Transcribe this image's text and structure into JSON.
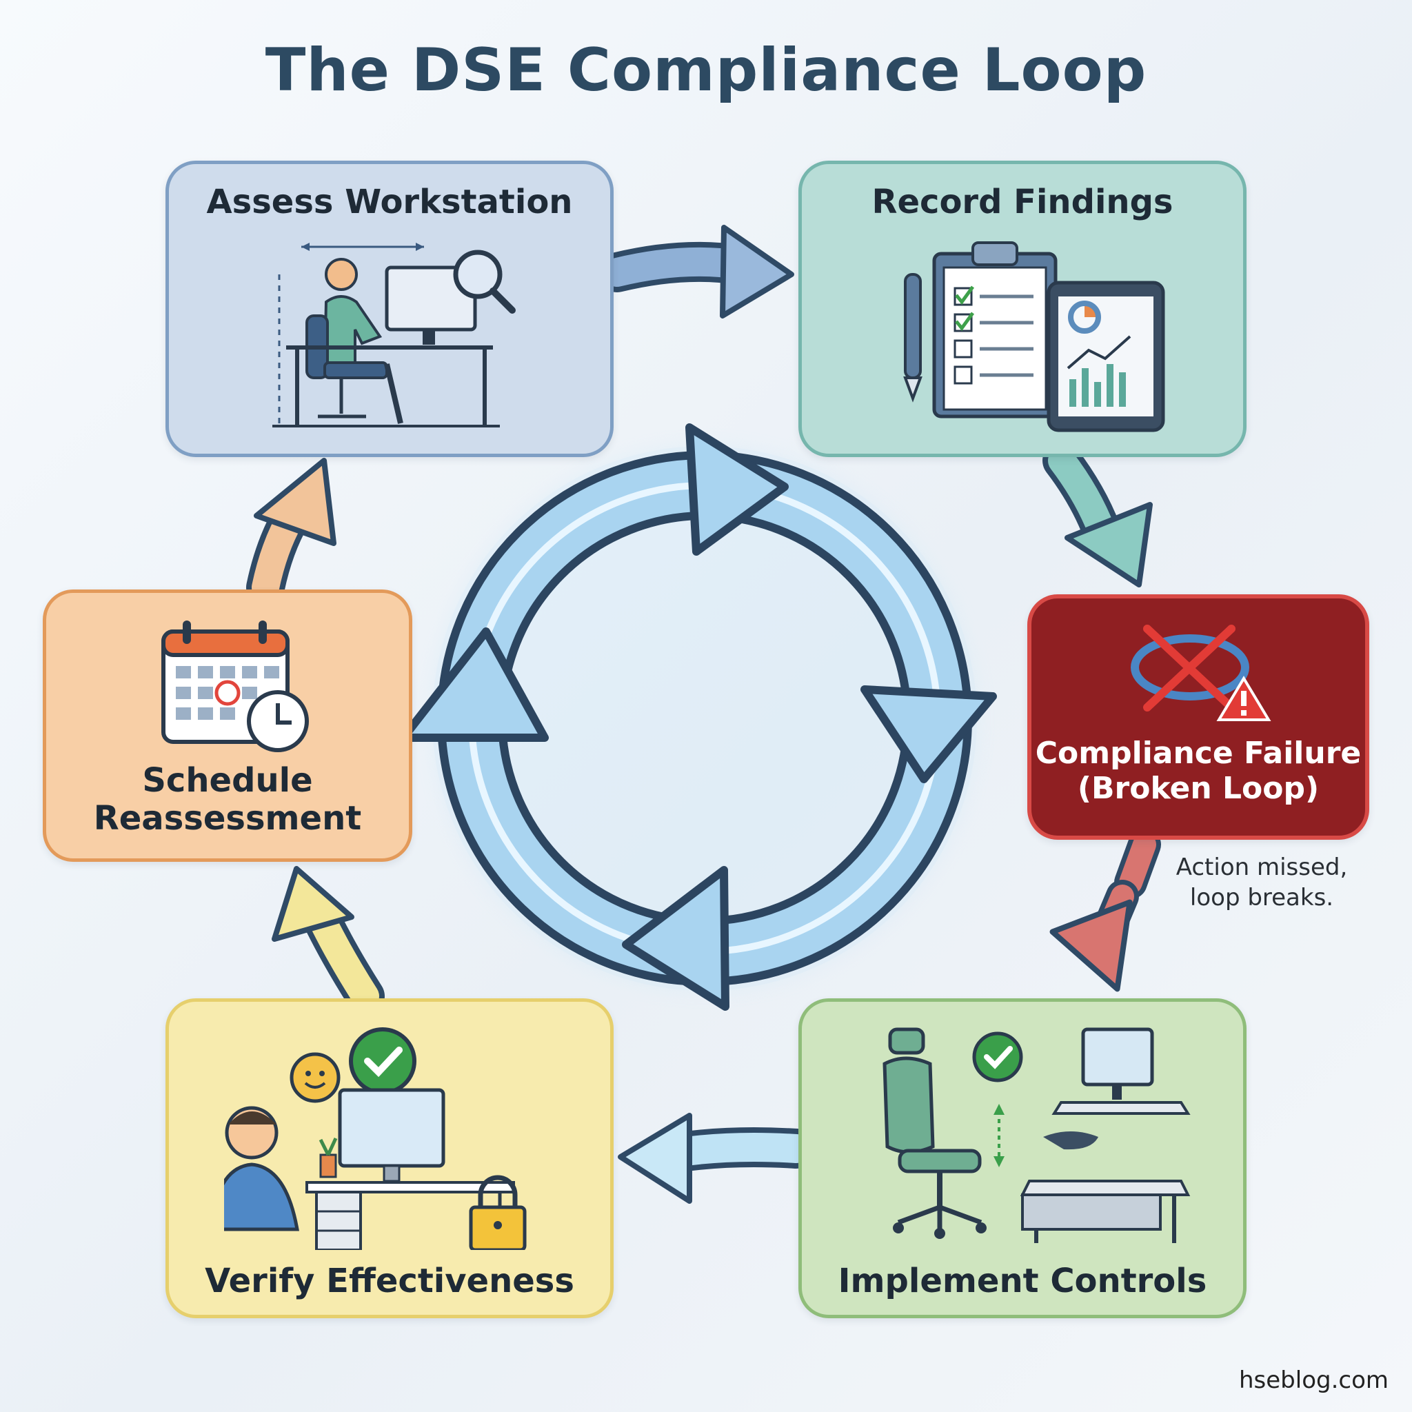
{
  "title": "The DSE Compliance Loop",
  "steps": {
    "assess": {
      "label": "Assess Workstation",
      "color": "#cfdcec",
      "icon": "workstation-assessment-icon"
    },
    "record": {
      "label": "Record Findings",
      "color": "#b8ddd7",
      "icon": "clipboard-tablet-icon"
    },
    "failure": {
      "label_line1": "Compliance Failure",
      "label_line2": "(Broken Loop)",
      "color": "#8f1f22",
      "icon": "broken-loop-warning-icon"
    },
    "implement": {
      "label": "Implement Controls",
      "color": "#cfe5bf",
      "icon": "ergonomic-equipment-icon"
    },
    "verify": {
      "label": "Verify Effectiveness",
      "color": "#f7ebae",
      "icon": "verified-user-icon"
    },
    "schedule": {
      "label_line1": "Schedule",
      "label_line2": "Reassessment",
      "color": "#f8cfa6",
      "icon": "calendar-clock-icon"
    }
  },
  "failure_note": {
    "line1": "Action missed,",
    "line2": "loop breaks."
  },
  "watermark": "hseblog.com"
}
